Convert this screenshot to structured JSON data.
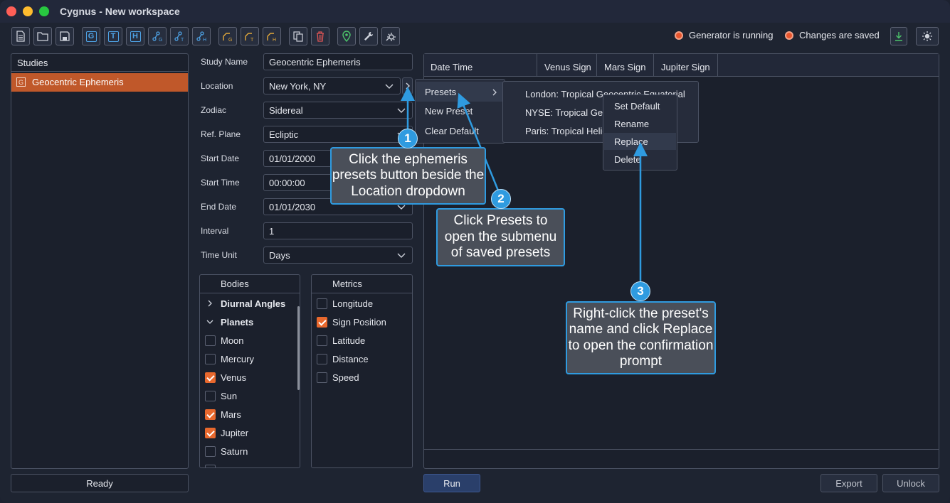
{
  "window": {
    "title": "Cygnus - New workspace"
  },
  "toolbar": {
    "new": "new-document",
    "open": "open-folder",
    "save": "save-disk",
    "g": "G",
    "t": "T",
    "h": "H",
    "copy": "copy",
    "delete": "trash",
    "location": "map-pin",
    "settings": "wrench",
    "gear": "gear"
  },
  "status": {
    "generator": "Generator is running",
    "saved": "Changes are saved"
  },
  "studies": {
    "header": "Studies",
    "items": [
      {
        "icon": "G",
        "name": "Geocentric Ephemeris"
      }
    ],
    "ready": "Ready"
  },
  "form": {
    "study_name_label": "Study Name",
    "study_name": "Geocentric Ephemeris",
    "location_label": "Location",
    "location": "New York, NY",
    "zodiac_label": "Zodiac",
    "zodiac": "Sidereal",
    "refplane_label": "Ref. Plane",
    "refplane": "Ecliptic",
    "start_date_label": "Start Date",
    "start_date": "01/01/2000",
    "start_time_label": "Start Time",
    "start_time": "00:00:00",
    "end_date_label": "End Date",
    "end_date": "01/01/2030",
    "interval_label": "Interval",
    "interval": "1",
    "time_unit_label": "Time Unit",
    "time_unit": "Days"
  },
  "bodies": {
    "header": "Bodies",
    "groups": [
      {
        "name": "Diurnal Angles",
        "expanded": false
      },
      {
        "name": "Planets",
        "expanded": true
      }
    ],
    "items": [
      {
        "name": "Moon",
        "checked": false
      },
      {
        "name": "Mercury",
        "checked": false
      },
      {
        "name": "Venus",
        "checked": true
      },
      {
        "name": "Sun",
        "checked": false
      },
      {
        "name": "Mars",
        "checked": true
      },
      {
        "name": "Jupiter",
        "checked": true
      },
      {
        "name": "Saturn",
        "checked": false
      }
    ]
  },
  "metrics": {
    "header": "Metrics",
    "items": [
      {
        "name": "Longitude",
        "checked": false
      },
      {
        "name": "Sign Position",
        "checked": true
      },
      {
        "name": "Latitude",
        "checked": false
      },
      {
        "name": "Distance",
        "checked": false
      },
      {
        "name": "Speed",
        "checked": false
      }
    ]
  },
  "results": {
    "columns": [
      "Date Time",
      "Venus Sign",
      "Mars Sign",
      "Jupiter Sign"
    ]
  },
  "buttons": {
    "run": "Run",
    "export": "Export",
    "unlock": "Unlock"
  },
  "menu": {
    "presets": "Presets",
    "new_preset": "New Preset",
    "clear_default": "Clear Default",
    "submenu": [
      "London: Tropical Geocentric Equatorial",
      "NYSE: Tropical Geo",
      "Paris: Tropical Helio"
    ],
    "context": [
      "Set Default",
      "Rename",
      "Replace",
      "Delete"
    ]
  },
  "callouts": {
    "c1": {
      "num": "1",
      "text": "Click the ephemeris presets button beside the Location dropdown"
    },
    "c2": {
      "num": "2",
      "text": "Click Presets to open the submenu of saved presets"
    },
    "c3": {
      "num": "3",
      "text": "Right-click the preset's name and click Replace to open the confirmation prompt"
    }
  },
  "colors": {
    "accent": "#e8682d",
    "selection": "#c0582a",
    "callout_border": "#2f9be0",
    "background": "#1e2431"
  }
}
